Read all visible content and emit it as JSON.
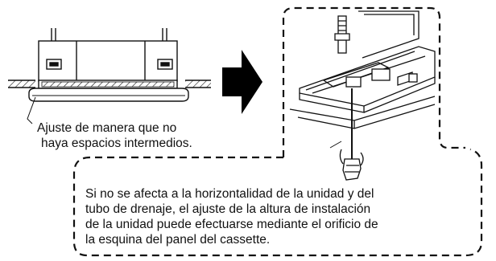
{
  "annotation_left": {
    "line1": "Ajuste de manera que no",
    "line2": "haya espacios intermedios."
  },
  "annotation_bottom": {
    "line1": "Si no se afecta a la horizontalidad de la unidad y del",
    "line2": "tubo de drenaje, el ajuste de la altura de instalación",
    "line3": "de la unidad puede efectuarse mediante el orificio de",
    "line4": "la esquina del panel del cassette."
  },
  "colors": {
    "line": "#111111",
    "arrow": "#000000",
    "background": "#ffffff"
  }
}
